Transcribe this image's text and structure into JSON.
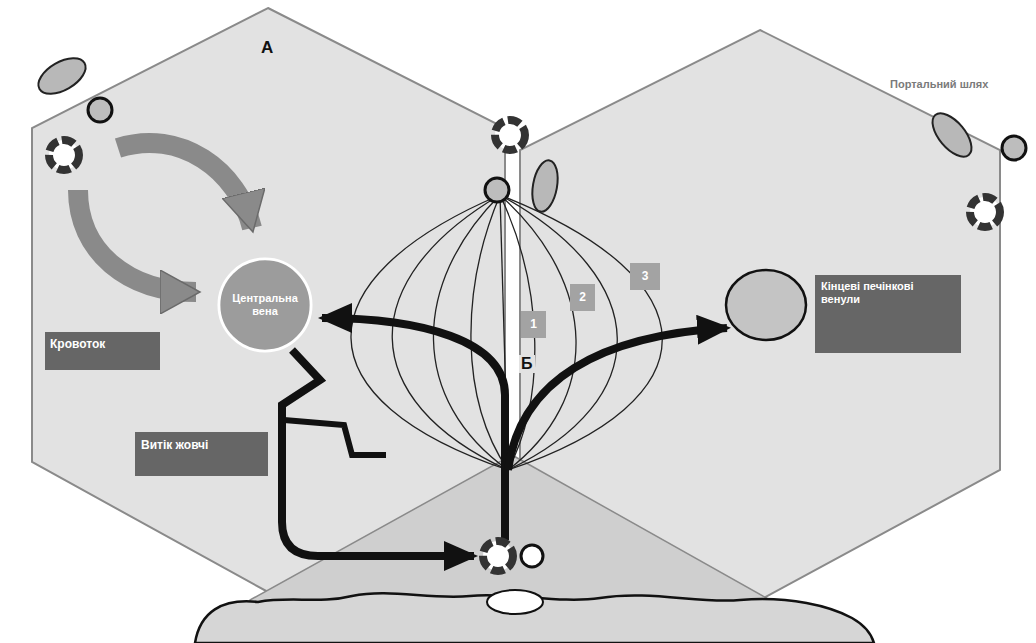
{
  "diagram": {
    "nodes": [
      {
        "text": [
          "Центральна вена"
        ]
      },
      {
        "text": [
          "Кінцеві печінкові венули"
        ]
      },
      {
        "text": [
          "3"
        ]
      },
      {
        "text": [
          "2"
        ]
      },
      {
        "text": [
          "1"
        ]
      },
      {
        "text": [
          "Кровоток"
        ]
      },
      {
        "text": [
          "Витік жовчі"
        ]
      }
    ],
    "labels": [
      "А",
      "Портальний шлях",
      "Б"
    ]
  }
}
